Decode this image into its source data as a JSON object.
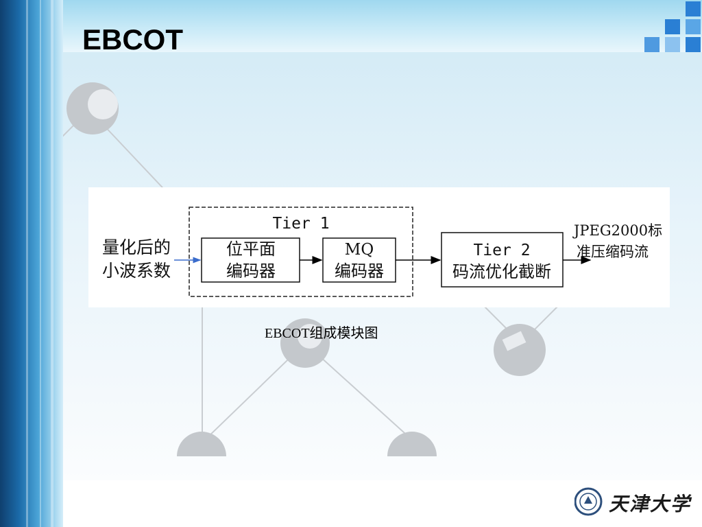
{
  "slide": {
    "title": "EBCOT",
    "caption": "EBCOT组成模块图",
    "logo_text": "天津大学"
  },
  "diagram": {
    "input_label_line1": "量化后的",
    "input_label_line2": "小波系数",
    "tier1_label": "Tier 1",
    "bitplane_line1": "位平面",
    "bitplane_line2": "编码器",
    "mq_line1": "MQ",
    "mq_line2": "编码器",
    "tier2_line1": "Tier 2",
    "tier2_line2": "码流优化截断",
    "output_line1": "JPEG2000标",
    "output_line2": "准压缩码流"
  },
  "colors": {
    "accent_blue": "#2a7fd4",
    "deco_grey": "#c9cccf"
  }
}
